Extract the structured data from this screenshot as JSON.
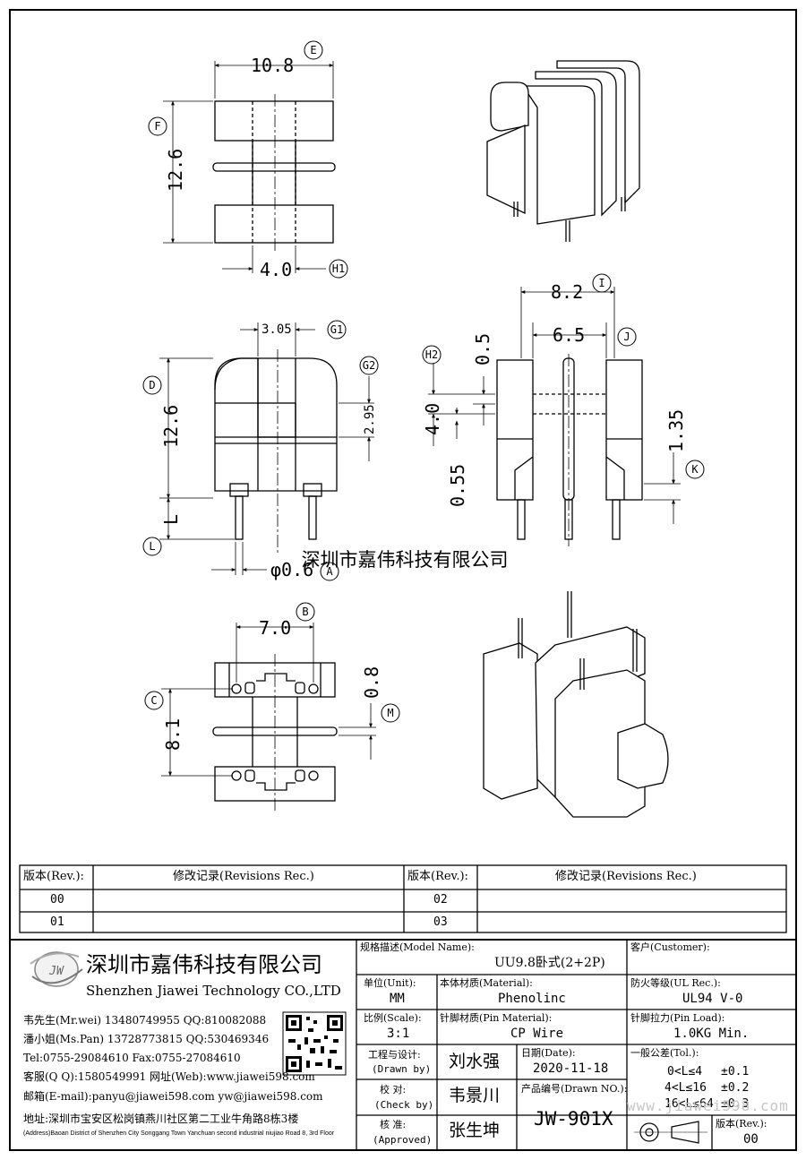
{
  "views": {
    "top": {
      "width": "10.8",
      "width_tag": "E",
      "height": "12.6",
      "height_tag": "F",
      "slot": "4.0",
      "slot_tag": "H1"
    },
    "front": {
      "top_width": "3.05",
      "top_width_tag": "G1",
      "height": "12.6",
      "height_tag": "D",
      "step": "2.95",
      "step_tag": "G2",
      "pin_len": "L",
      "pin_len_tag": "L",
      "pin_dia": "φ0.6",
      "pin_dia_tag": "A"
    },
    "side": {
      "outer": "8.2",
      "outer_tag": "I",
      "inner": "6.5",
      "inner_tag": "J",
      "gap": "0.5",
      "flange": "4.0",
      "flange_tag": "H2",
      "lower": "0.55",
      "base": "1.35",
      "base_tag": "K"
    },
    "bottom": {
      "pin_pitch": "7.0",
      "pin_pitch_tag": "B",
      "row_pitch": "8.1",
      "row_pitch_tag": "C",
      "slot": "0.8",
      "slot_tag": "M"
    }
  },
  "watermark": "深圳市嘉伟科技有限公司",
  "revisions": {
    "header_rev": "版本(Rev.):",
    "header_rec": "修改记录(Revisions Rec.)",
    "rows": [
      {
        "left": "00",
        "right": "02"
      },
      {
        "left": "01",
        "right": "03"
      }
    ]
  },
  "company": {
    "logo_text": "JW",
    "name_cn": "深圳市嘉伟科技有限公司",
    "name_en": "Shenzhen Jiawei Technology CO.,LTD",
    "contacts": [
      "韦先生(Mr.wei) 13480749955 QQ:810082088",
      "潘小姐(Ms.Pan) 13728773815 QQ:530469346",
      "Tel:0755-29084610      Fax:0755-27084610",
      "客服(Q Q):1580549991   网址(Web):www.jiawei598.com",
      "邮箱(E-mail):panyu@jiawei598.com  yw@jiawei598.com"
    ],
    "address_cn": "地址:深圳市宝安区松岗镇燕川社区第二工业牛角路8栋3楼",
    "address_en": "(Address)Baoan District of Shenzhen City Songgang Town Yanchuan  second industrial niujiao Road 8, 3rd Floor"
  },
  "title_block": {
    "model_label": "规格描述(Model Name):",
    "model_value": "UU9.8卧式(2+2P)",
    "customer_label": "客户(Customer):",
    "unit_label": "单位(Unit):",
    "unit_value": "MM",
    "material_label": "本体材质(Material):",
    "material_value": "Phenolinc",
    "ul_label": "防火等级(UL Rec.):",
    "ul_value": "UL94 V-0",
    "scale_label": "比例(Scale):",
    "scale_value": "3:1",
    "pin_material_label": "针脚材质(Pin Material):",
    "pin_material_value": "CP Wire",
    "pin_load_label": "针脚拉力(Pin Load):",
    "pin_load_value": "1.0KG Min.",
    "drawn_label": "工程与设计:",
    "drawn_sub": "(Drawn by)",
    "drawn_value": "刘水强",
    "date_label": "日期(Date):",
    "date_value": "2020-11-18",
    "tol_label": "一般公差(Tol.):",
    "tol_rows": [
      {
        "range": "0<L≤4",
        "tol": "±0.1"
      },
      {
        "range": "4<L≤16",
        "tol": "±0.2"
      },
      {
        "range": "16<L≤64",
        "tol": "±0.3"
      }
    ],
    "check_label": "校  对:",
    "check_sub": "(Check by)",
    "check_value": "韦景川",
    "drawn_no_label": "产品编号(Drawn NO.):",
    "drawn_no_value": "JW-901X",
    "approved_label": "核  准:",
    "approved_sub": "(Approved)",
    "approved_value": "张生坤",
    "rev_label": "版本(Rev.):",
    "rev_value": "00",
    "url_watermark": "www.jiawei598.com"
  }
}
